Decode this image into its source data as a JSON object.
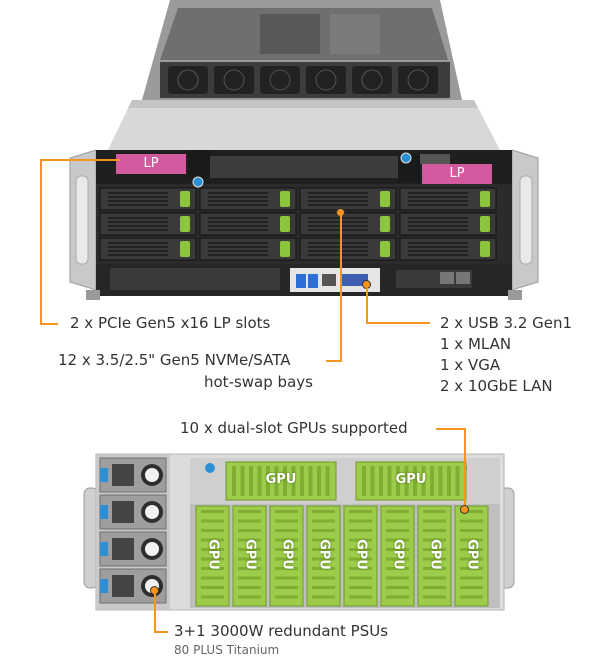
{
  "front_view": {
    "lp_tag_left": "LP",
    "lp_tag_right": "LP",
    "callout_pcie": "2 x PCIe Gen5 x16 LP slots",
    "callout_bays_line1": "12 x 3.5/2.5\" Gen5 NVMe/SATA",
    "callout_bays_line2": "hot-swap bays",
    "callout_io": [
      "2 x USB 3.2 Gen1",
      "1 x MLAN",
      "1 x VGA",
      "2 x 10GbE LAN"
    ]
  },
  "rear_view": {
    "callout_gpus": "10 x dual-slot GPUs supported",
    "gpu_label": "GPU",
    "callout_psu": "3+1 3000W redundant PSUs",
    "callout_psu_sub": "80 PLUS Titanium"
  },
  "colors": {
    "accent_orange": "#f7941d",
    "lp_pink": "#d45aa0",
    "drive_green": "#8cc63f",
    "gpu_green": "#9ccc4a",
    "chassis_dark": "#2b2b2b",
    "chassis_light": "#d8d8d8"
  }
}
